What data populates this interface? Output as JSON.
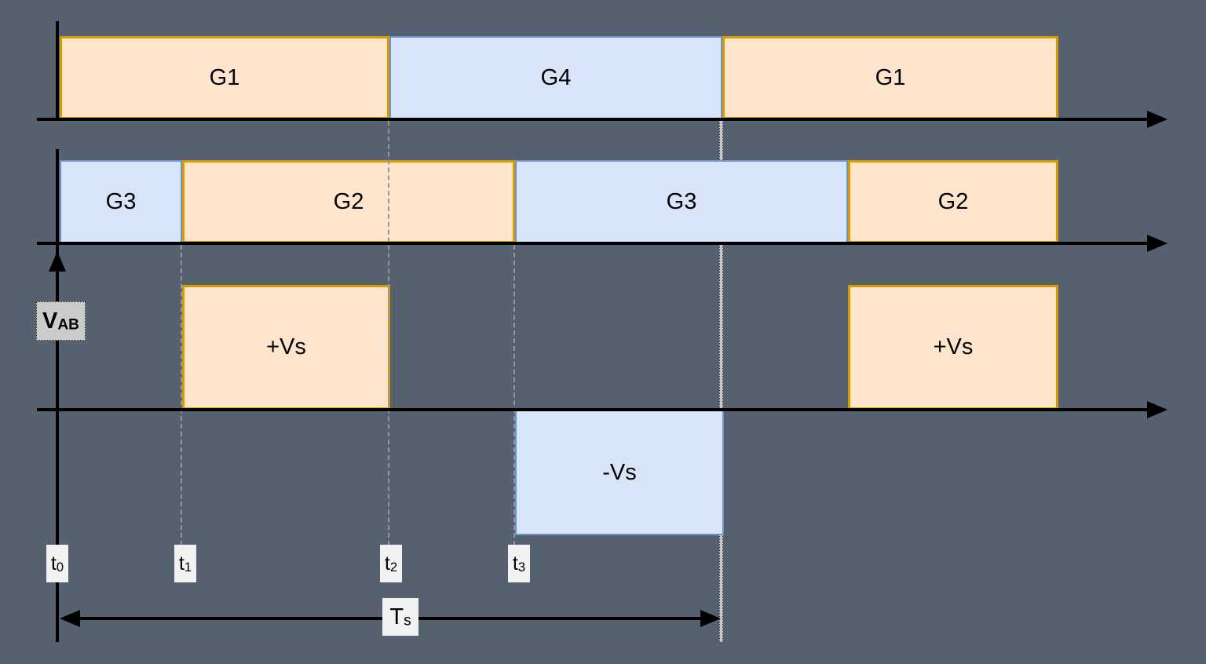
{
  "colors": {
    "background": "#566170",
    "orange_fill": "#FCE5CC",
    "orange_stroke": "#D79B00",
    "blue_fill": "#D8E4F7",
    "blue_stroke": "#7193CB",
    "axis": "#000000",
    "dashed_line": "#979797",
    "period_line": "#C9C9C9",
    "label_bg": "#CBCBCB",
    "time_label_bg": "#F2F2F2"
  },
  "rows": {
    "gate_row_1": [
      {
        "label": "G1",
        "color": "orange"
      },
      {
        "label": "G4",
        "color": "blue"
      },
      {
        "label": "G1",
        "color": "orange"
      }
    ],
    "gate_row_2": [
      {
        "label": "G3",
        "color": "blue"
      },
      {
        "label": "G2",
        "color": "orange"
      },
      {
        "label": "G3",
        "color": "blue"
      },
      {
        "label": "G2",
        "color": "orange"
      }
    ],
    "vab_row": [
      {
        "label": "+Vs",
        "color": "orange",
        "polarity": "positive"
      },
      {
        "label": "-Vs",
        "color": "blue",
        "polarity": "negative"
      },
      {
        "label": "+Vs",
        "color": "orange",
        "polarity": "positive"
      }
    ]
  },
  "vab_axis_label": {
    "main": "V",
    "sub": "AB"
  },
  "time_labels": [
    {
      "main": "t",
      "sub": "0"
    },
    {
      "main": "t",
      "sub": "1"
    },
    {
      "main": "t",
      "sub": "2"
    },
    {
      "main": "t",
      "sub": "3"
    }
  ],
  "period_label": {
    "main": "T",
    "sub": "s"
  }
}
